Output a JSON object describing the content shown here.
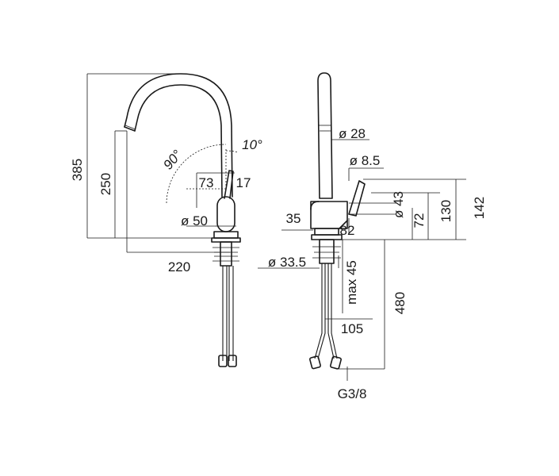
{
  "dimensions": {
    "height_total": "385",
    "height_spout": "250",
    "reach": "220",
    "swivel_angle": "90°",
    "lever_angle": "10°",
    "lever_offset_73": "73",
    "lever_offset_17": "17",
    "body_diameter": "ø 50",
    "spout_diameter": "ø 28",
    "lever_pin_diameter": "ø 8.5",
    "side_body_diameter": "ø 43",
    "side_depth_35": "35",
    "side_depth_82": "82",
    "height_72": "72",
    "height_130": "130",
    "height_142": "142",
    "base_diameter": "ø 33.5",
    "max_deck": "max 45",
    "hose_length": "480",
    "hose_width": "105",
    "connection": "G3/8"
  }
}
